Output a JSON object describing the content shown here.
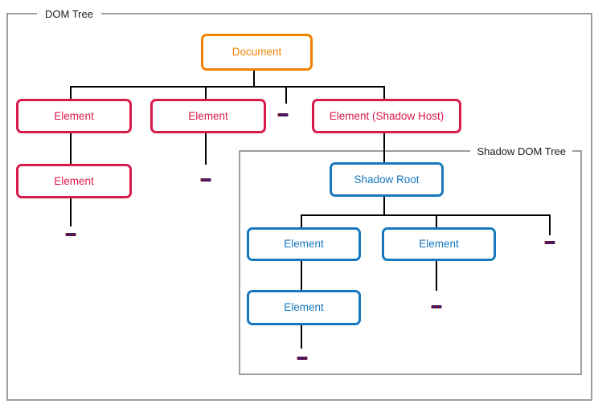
{
  "diagram": {
    "dom_tree_label": "DOM Tree",
    "shadow_dom_tree_label": "Shadow DOM Tree"
  },
  "nodes": {
    "document": "Document",
    "element_a": "Element",
    "element_b": "Element",
    "shadow_host": "Element (Shadow Host)",
    "element_a_child": "Element",
    "shadow_root": "Shadow Root",
    "shadow_element_a": "Element",
    "shadow_element_b": "Element",
    "shadow_element_a_child": "Element",
    "ellipsis": "..."
  },
  "colors": {
    "document_accent": "#EF8300",
    "element_accent": "#D81B4A",
    "shadow_accent": "#1878BE",
    "connector": "#000000",
    "group_border": "#9E9E9E"
  }
}
